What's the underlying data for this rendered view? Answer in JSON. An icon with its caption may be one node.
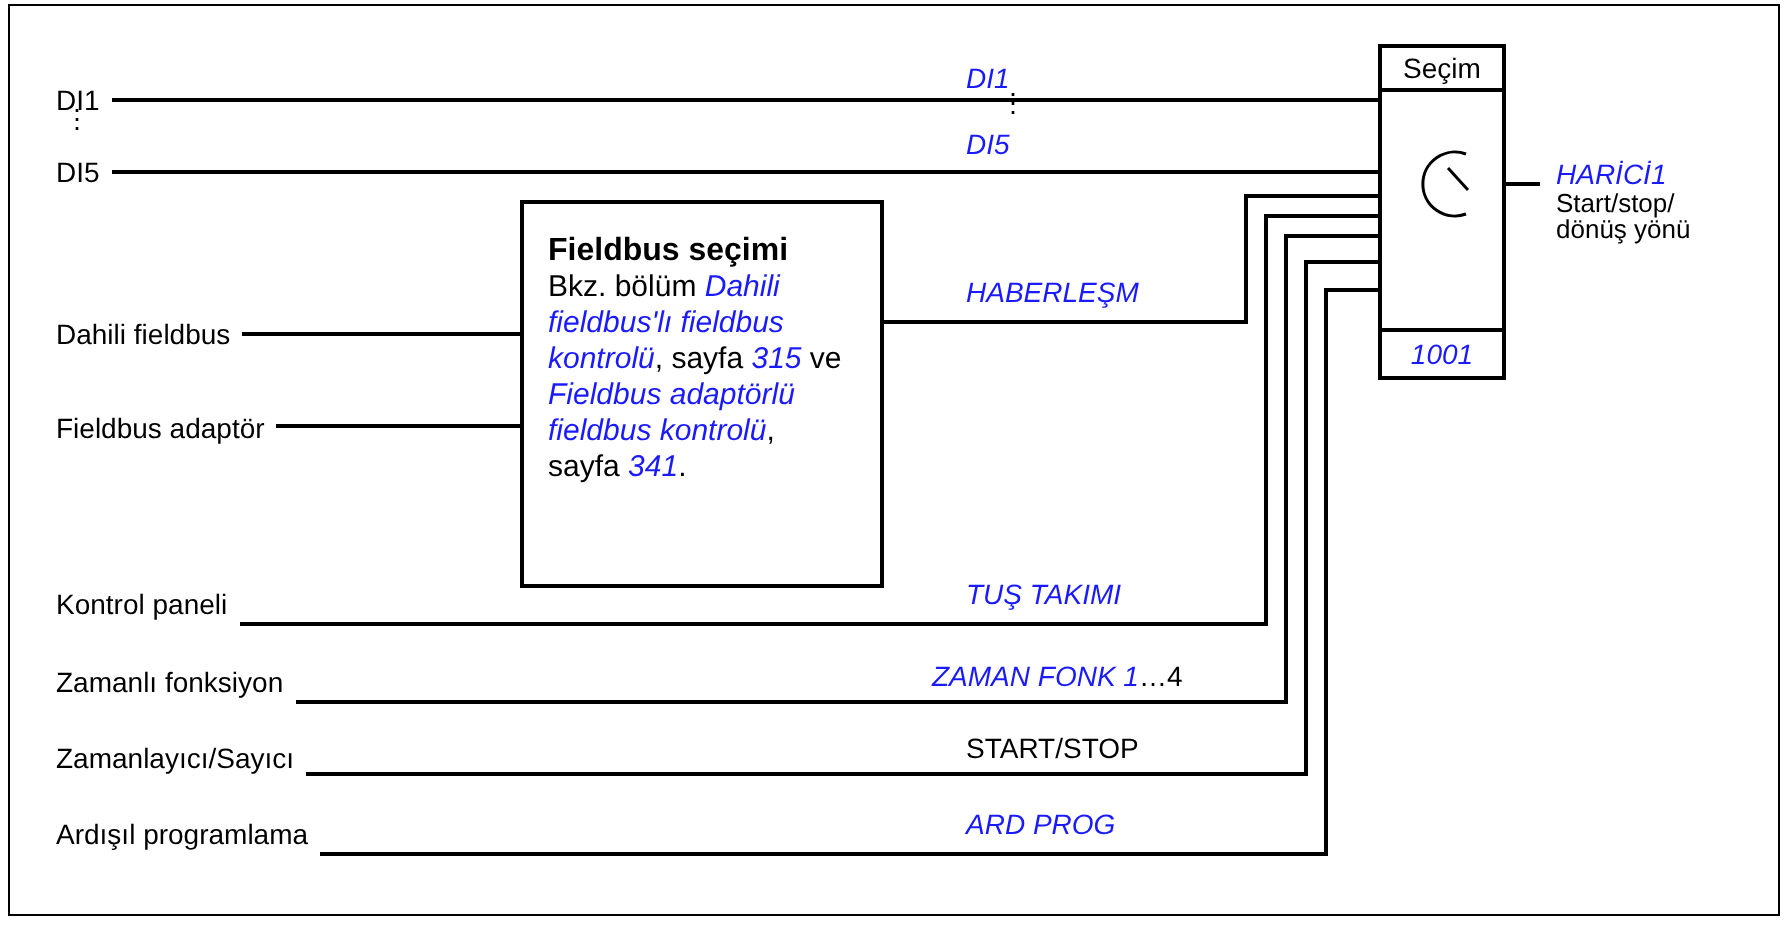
{
  "diagram": {
    "nodes": [
      {
        "text": [
          "DI1"
        ]
      },
      {
        "text": [
          "DI5"
        ]
      },
      {
        "text": [
          "Dahili fieldbus"
        ]
      },
      {
        "text": [
          "Fieldbus adaptör"
        ]
      },
      {
        "text": [
          "Fieldbus seçimi",
          "Bkz. bölüm *Dahili fieldbus'lı fieldbus kontrolü*, sayfa *315* ve *Fieldbus adaptörlü fieldbus kontrolü*, sayfa *341*."
        ]
      },
      {
        "text": [
          "Kontrol paneli"
        ]
      },
      {
        "text": [
          "Zamanlı fonksiyon"
        ]
      },
      {
        "text": [
          "Zamanlayıcı/Sayıcı"
        ]
      },
      {
        "text": [
          "Ardışıl programlama"
        ]
      },
      {
        "text": [
          "Seçim",
          "1001"
        ]
      },
      {
        "text": [
          "HARİCİ1",
          "Start/stop/ dönüş yönü"
        ]
      }
    ],
    "edges": [
      {
        "from": 0,
        "to": 9,
        "arrow": "none",
        "label": "DI1"
      },
      {
        "from": 1,
        "to": 9,
        "arrow": "none",
        "label": "DI5"
      },
      {
        "from": 2,
        "to": 4,
        "arrow": "none"
      },
      {
        "from": 3,
        "to": 4,
        "arrow": "none"
      },
      {
        "from": 4,
        "to": 9,
        "arrow": "none",
        "label": "HABERLEŞM"
      },
      {
        "from": 5,
        "to": 9,
        "arrow": "none",
        "label": "TUŞ TAKIMI"
      },
      {
        "from": 6,
        "to": 9,
        "arrow": "none",
        "label": "*ZAMAN FONK 1*…4"
      },
      {
        "from": 7,
        "to": 9,
        "arrow": "none",
        "label": "START/STOP"
      },
      {
        "from": 8,
        "to": 9,
        "arrow": "none",
        "label": "ARD PROG"
      },
      {
        "from": 9,
        "to": 10,
        "arrow": "none"
      }
    ],
    "labels": [
      "⋮",
      "⋮"
    ]
  }
}
